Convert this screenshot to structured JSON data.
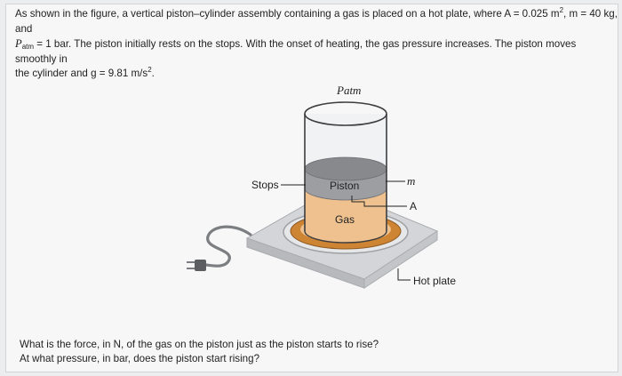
{
  "problem": {
    "line1_a": "As shown in the figure, a vertical piston–cylinder assembly containing a gas is placed on a hot plate, where A = 0.025 m",
    "line1_sup": "2",
    "line1_b": ", m = 40 kg, and",
    "patm_sym": "P",
    "patm_sub": "atm",
    "line2": " = 1 bar. The piston initially rests on the stops. With the onset of heating, the gas pressure increases. The piston moves smoothly in",
    "line3_a": "the cylinder and g = 9.81 m/s",
    "line3_sup": "2",
    "line3_b": "."
  },
  "figure": {
    "patm_label": "Patm",
    "stops_label": "Stops",
    "piston_label": "Piston",
    "gas_label": "Gas",
    "mass_label": "m",
    "area_label": "A",
    "hotplate_label": "Hot plate"
  },
  "questions": {
    "q1": "What is the force, in N, of the gas on the piston just as the piston starts to rise?",
    "q2": "At what pressure, in bar, does the piston start rising?"
  },
  "colors": {
    "gas": "#eec18f",
    "piston": "#87898d",
    "heater_ring": "#cd8433",
    "plate": "#d3d5d8"
  }
}
